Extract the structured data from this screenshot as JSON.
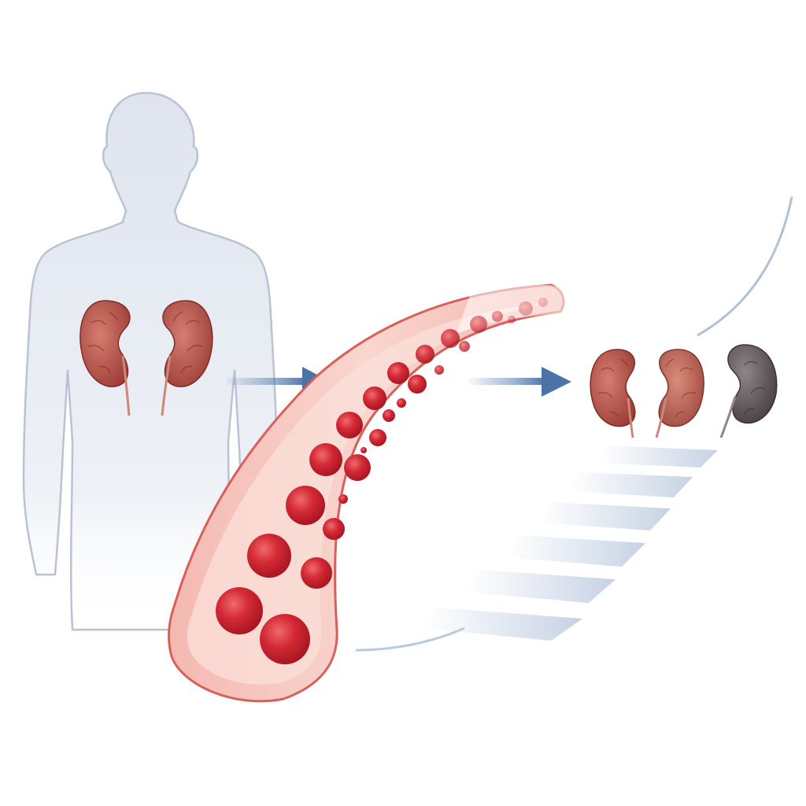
{
  "illustration": {
    "panels": [
      "body-silhouette",
      "blood-vessel",
      "kidney-progression"
    ],
    "kidney_stages": [
      "healthy",
      "reddened",
      "damaged"
    ]
  },
  "colors": {
    "background": "#ffffff",
    "silhouette_fill": "#e6eaf2",
    "silhouette_stroke": "#b9c3d4",
    "arrow": "#5b7fae",
    "vessel_outer": "#f2b5ae",
    "vessel_inner": "#f7cbc4",
    "vessel_rim": "#d8605a",
    "blood_cell": "#c8202c",
    "blood_cell_highlight": "#ee6a6c",
    "kidney_healthy": "#b04a42",
    "kidney_reddened": "#b9584b",
    "kidney_damaged": "#5e5559",
    "motion_streaks": "#c9d5e6"
  }
}
